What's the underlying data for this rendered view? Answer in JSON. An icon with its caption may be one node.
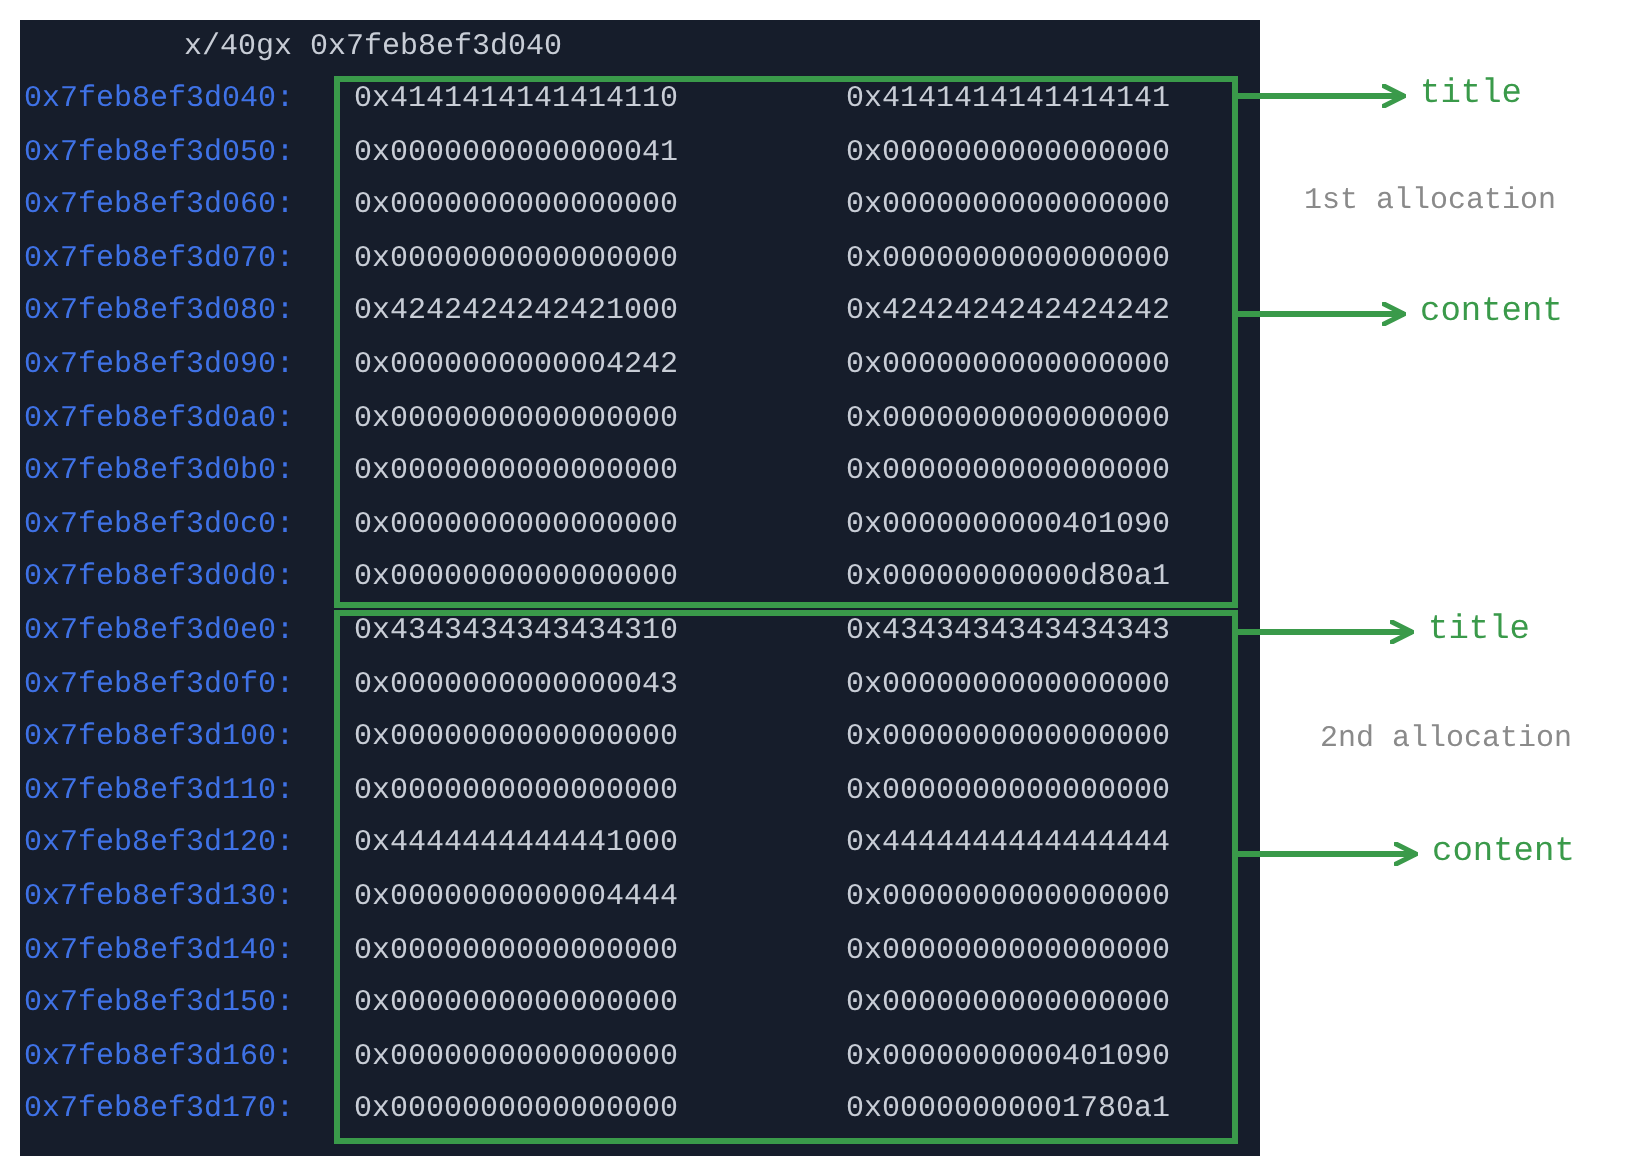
{
  "diagram": {
    "nodes": [
      {
        "text": [],
        "shape": "box"
      },
      {
        "text": [],
        "shape": "box"
      },
      {
        "text": [
          "title"
        ]
      },
      {
        "text": [
          "content"
        ]
      },
      {
        "text": [
          "title"
        ]
      },
      {
        "text": [
          "content"
        ]
      }
    ],
    "edges": [
      {
        "from": 0,
        "to": 2,
        "arrow": "to"
      },
      {
        "from": 0,
        "to": 3,
        "arrow": "to"
      },
      {
        "from": 1,
        "to": 4,
        "arrow": "to"
      },
      {
        "from": 1,
        "to": 5,
        "arrow": "to"
      }
    ],
    "labels": [
      "x/40gx 0x7feb8ef3d040",
      "0x7feb8ef3d040:",
      "0x4141414141414110",
      "0x4141414141414141",
      "0x7feb8ef3d050:",
      "0x0000000000000041",
      "0x0000000000000000",
      "0x7feb8ef3d060:",
      "0x0000000000000000",
      "0x0000000000000000",
      "0x7feb8ef3d070:",
      "0x0000000000000000",
      "0x0000000000000000",
      "0x7feb8ef3d080:",
      "0x4242424242421000",
      "0x4242424242424242",
      "0x7feb8ef3d090:",
      "0x0000000000004242",
      "0x0000000000000000",
      "0x7feb8ef3d0a0:",
      "0x0000000000000000",
      "0x0000000000000000",
      "0x7feb8ef3d0b0:",
      "0x0000000000000000",
      "0x0000000000000000",
      "0x7feb8ef3d0c0:",
      "0x0000000000000000",
      "0x0000000000401090",
      "0x7feb8ef3d0d0:",
      "0x0000000000000000",
      "0x00000000000d80a1",
      "0x7feb8ef3d0e0:",
      "0x4343434343434310",
      "0x4343434343434343",
      "0x7feb8ef3d0f0:",
      "0x0000000000000043",
      "0x0000000000000000",
      "0x7feb8ef3d100:",
      "0x0000000000000000",
      "0x0000000000000000",
      "0x7feb8ef3d110:",
      "0x0000000000000000",
      "0x0000000000000000",
      "0x7feb8ef3d120:",
      "0x4444444444441000",
      "0x4444444444444444",
      "0x7feb8ef3d130:",
      "0x0000000000004444",
      "0x0000000000000000",
      "0x7feb8ef3d140:",
      "0x0000000000000000",
      "0x0000000000000000",
      "0x7feb8ef3d150:",
      "0x0000000000000000",
      "0x0000000000000000",
      "0x7feb8ef3d160:",
      "0x0000000000000000",
      "0x0000000000401090",
      "0x7feb8ef3d170:",
      "0x0000000000000000",
      "0x00000000001780a1",
      "1st allocation",
      "2nd allocation"
    ]
  }
}
